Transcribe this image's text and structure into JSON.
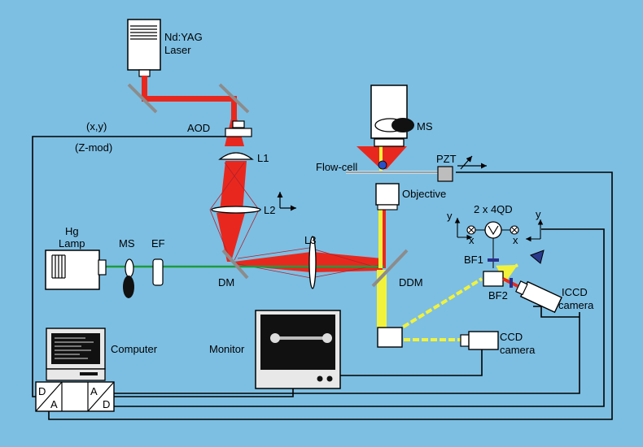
{
  "colors": {
    "background": "#7dbfe3",
    "laser_red": "#e8281e",
    "fluorescence_yellow": "#f2f23c",
    "excitation_green": "#1e9a3c",
    "wire": "#000000",
    "device_fill": "#ffffff",
    "mirror": "#8c8c8c"
  },
  "labels": {
    "laser": [
      "Nd:YAG",
      "Laser"
    ],
    "aod": "AOD",
    "xy": "(x,y)",
    "zmod": "(Z-mod)",
    "l1": "L1",
    "l2": "L2",
    "l3": "L3",
    "ms_top": "MS",
    "flow_cell": "Flow-cell",
    "pzt": "PZT",
    "objective": "Objective",
    "qd": "2 x 4QD",
    "hg_lamp": [
      "Hg",
      "Lamp"
    ],
    "ms_left": "MS",
    "ef": "EF",
    "dm": "DM",
    "ddm": "DDM",
    "bf1": "BF1",
    "bf2": "BF2",
    "iccd": [
      "ICCD",
      "camera"
    ],
    "ccd": [
      "CCD",
      "camera"
    ],
    "computer": "Computer",
    "monitor": "Monitor",
    "adc_left_top": "D",
    "adc_left_bottom": "A",
    "adc_right_top": "A",
    "adc_right_bottom": "D",
    "axis_y": "y",
    "axis_x": "x"
  }
}
